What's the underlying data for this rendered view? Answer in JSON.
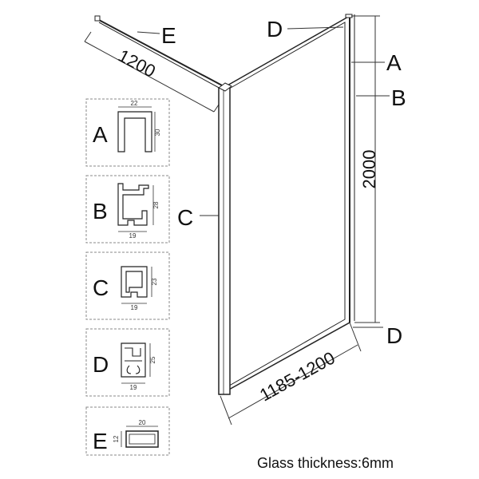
{
  "labels": {
    "a": "A",
    "b": "B",
    "c": "C",
    "d": "D",
    "e": "E"
  },
  "dimensions": {
    "top_width": "1200",
    "height": "2000",
    "panel_width": "1185-1200"
  },
  "profiles": {
    "a": {
      "letter": "A",
      "w": "22",
      "h": "30"
    },
    "b": {
      "letter": "B",
      "w": "19",
      "h": "28"
    },
    "c": {
      "letter": "C",
      "w": "19",
      "h": "23"
    },
    "d": {
      "letter": "D",
      "w": "19",
      "h": "25"
    },
    "e": {
      "letter": "E",
      "w": "20",
      "h": "12"
    }
  },
  "note": "Glass thickness:6mm"
}
